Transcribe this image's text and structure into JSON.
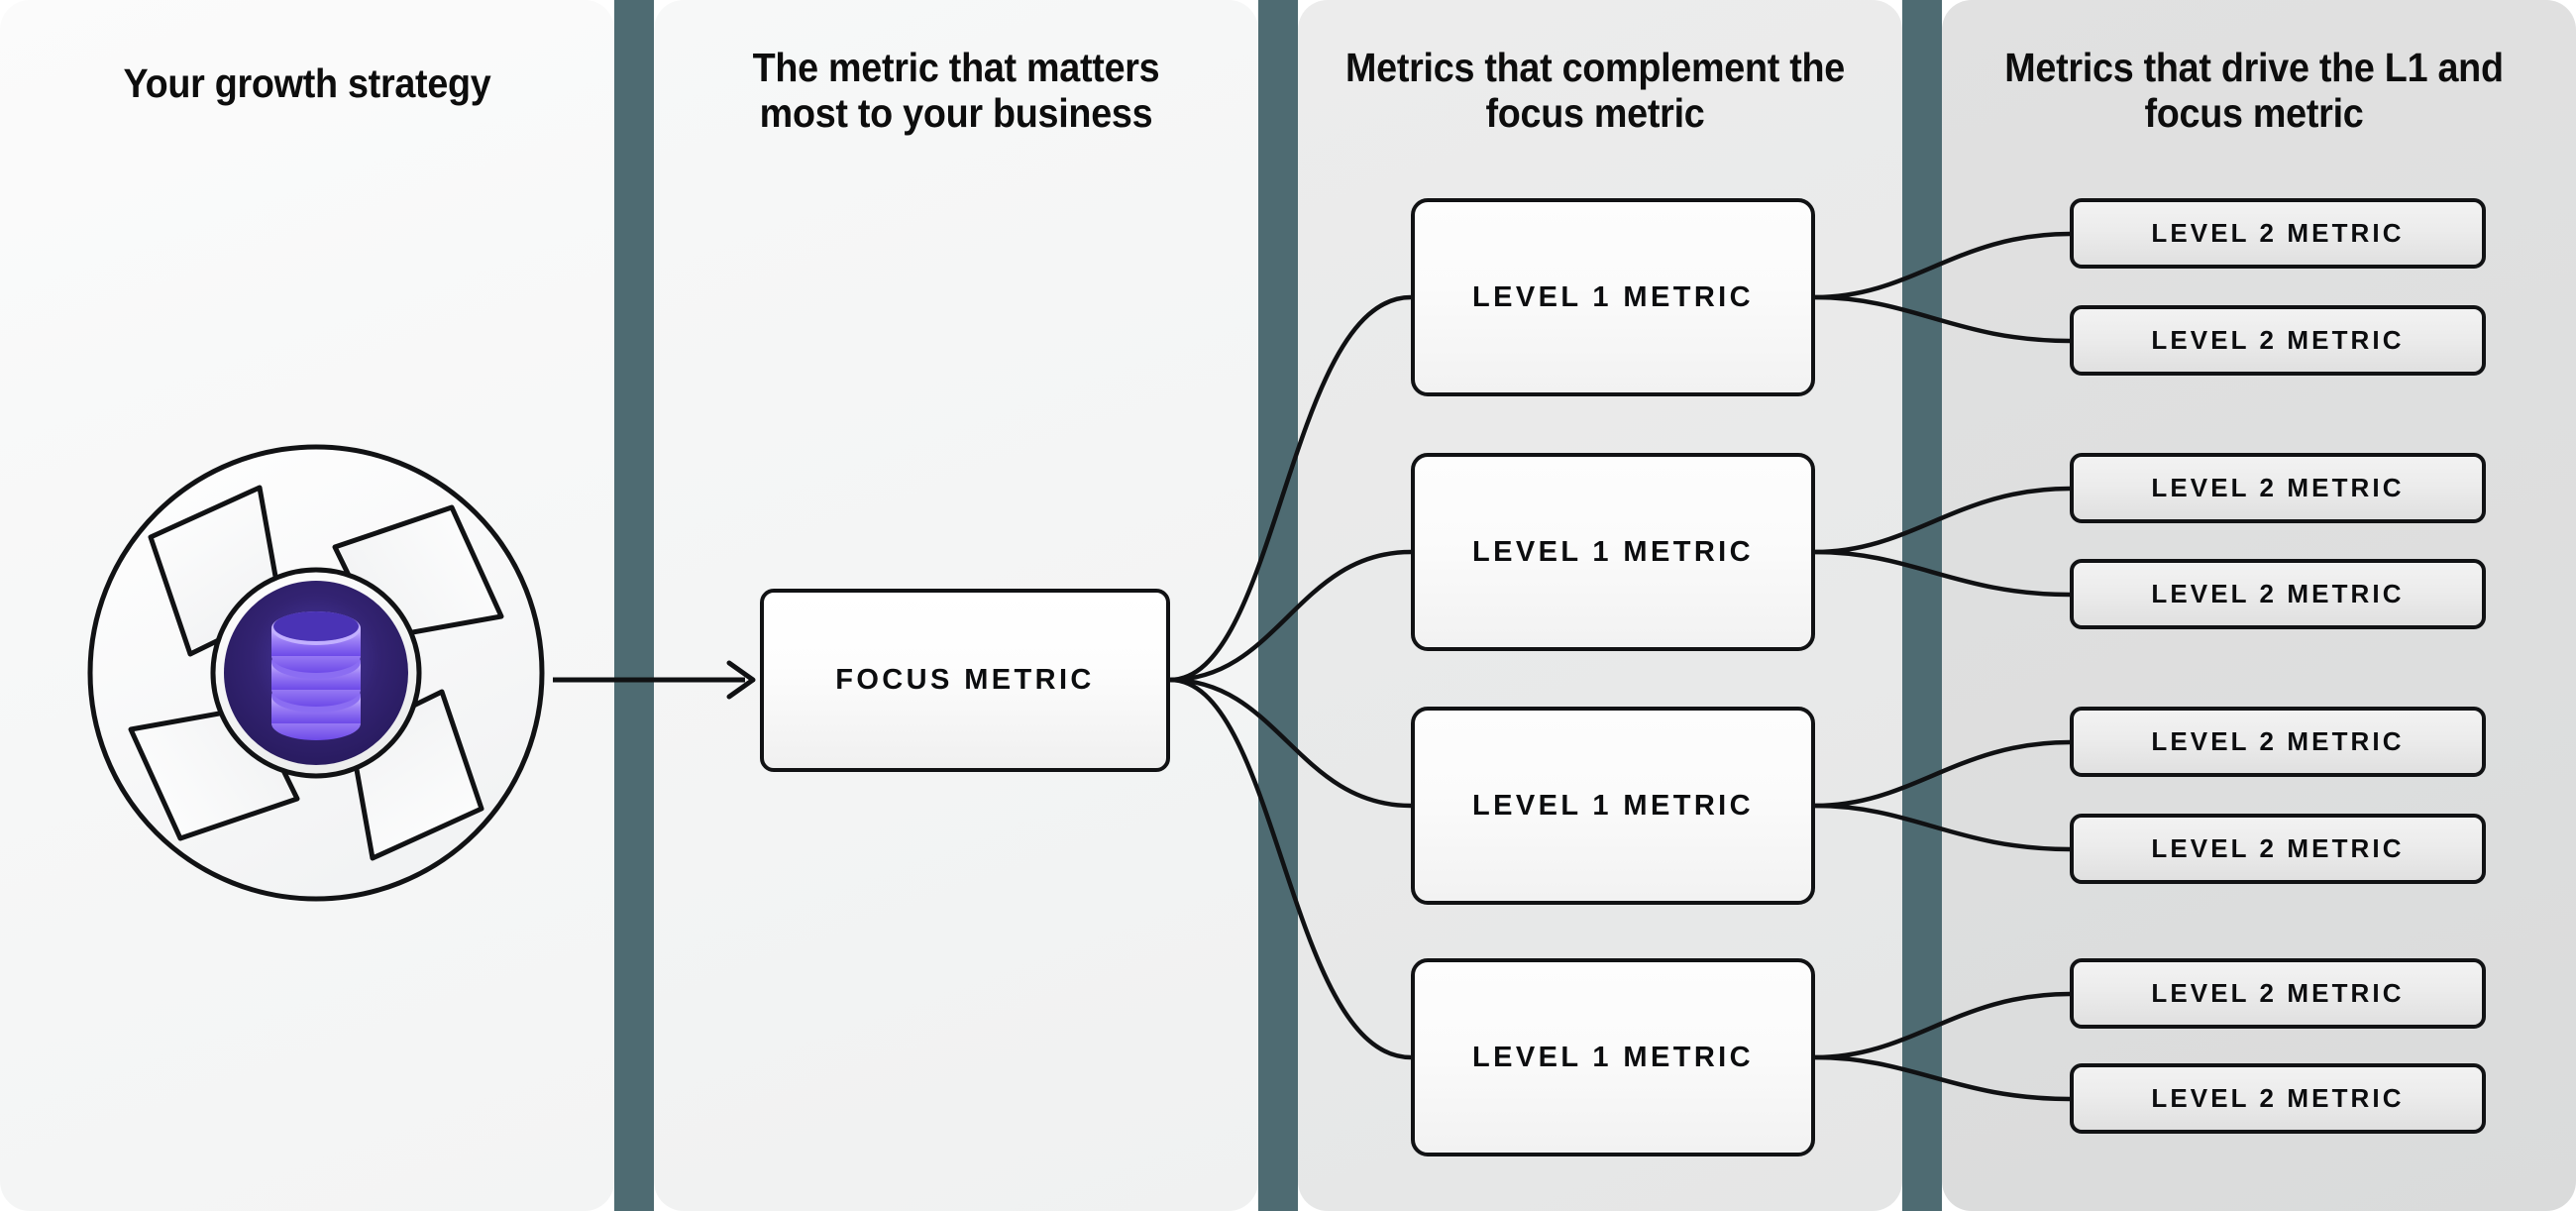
{
  "columns": [
    {
      "id": "growth-strategy",
      "title": "Your growth strategy"
    },
    {
      "id": "focus-metric",
      "title": "The metric that matters most to your business"
    },
    {
      "id": "complement-metric",
      "title": "Metrics that complement the focus metric"
    },
    {
      "id": "driver-metric",
      "title": "Metrics that drive the L1 and focus metric"
    }
  ],
  "logo": {
    "name": "aperture-database-logo",
    "inner_icon": "database-icon",
    "disc_color": "#f8f8f8",
    "core_color": "#2b1d6e",
    "core_accent": "#6f4cf0",
    "stroke_color": "#111214"
  },
  "focus": {
    "label": "FOCUS METRIC"
  },
  "level1": [
    {
      "label": "LEVEL 1 METRIC"
    },
    {
      "label": "LEVEL 1 METRIC"
    },
    {
      "label": "LEVEL 1 METRIC"
    },
    {
      "label": "LEVEL 1 METRIC"
    }
  ],
  "level2": [
    {
      "label": "LEVEL 2 METRIC"
    },
    {
      "label": "LEVEL 2 METRIC"
    },
    {
      "label": "LEVEL 2 METRIC"
    },
    {
      "label": "LEVEL 2 METRIC"
    },
    {
      "label": "LEVEL 2 METRIC"
    },
    {
      "label": "LEVEL 2 METRIC"
    },
    {
      "label": "LEVEL 2 METRIC"
    },
    {
      "label": "LEVEL 2 METRIC"
    }
  ],
  "colors": {
    "divider": "#4e6b72",
    "panel_1": "#f8f9f9",
    "panel_2": "#f3f4f4",
    "panel_3": "#e9eaea",
    "panel_4": "#dedfdf",
    "box_border": "#111214",
    "text": "#0c0d0f"
  },
  "chart_data": {
    "type": "tree",
    "title": "Metric tree: growth strategy to focus metric to level 1 and level 2 metrics",
    "root": "FOCUS METRIC",
    "levels": [
      "Your growth strategy",
      "FOCUS METRIC",
      "LEVEL 1 METRIC",
      "LEVEL 2 METRIC"
    ],
    "edges": [
      {
        "from": "growth-strategy",
        "to": "FOCUS METRIC",
        "style": "arrow"
      },
      {
        "from": "FOCUS METRIC",
        "to": "LEVEL 1 METRIC #1",
        "style": "curve"
      },
      {
        "from": "FOCUS METRIC",
        "to": "LEVEL 1 METRIC #2",
        "style": "curve"
      },
      {
        "from": "FOCUS METRIC",
        "to": "LEVEL 1 METRIC #3",
        "style": "curve"
      },
      {
        "from": "FOCUS METRIC",
        "to": "LEVEL 1 METRIC #4",
        "style": "curve"
      },
      {
        "from": "LEVEL 1 METRIC #1",
        "to": "LEVEL 2 METRIC #1",
        "style": "curve"
      },
      {
        "from": "LEVEL 1 METRIC #1",
        "to": "LEVEL 2 METRIC #2",
        "style": "curve"
      },
      {
        "from": "LEVEL 1 METRIC #2",
        "to": "LEVEL 2 METRIC #3",
        "style": "curve"
      },
      {
        "from": "LEVEL 1 METRIC #2",
        "to": "LEVEL 2 METRIC #4",
        "style": "curve"
      },
      {
        "from": "LEVEL 1 METRIC #3",
        "to": "LEVEL 2 METRIC #5",
        "style": "curve"
      },
      {
        "from": "LEVEL 1 METRIC #3",
        "to": "LEVEL 2 METRIC #6",
        "style": "curve"
      },
      {
        "from": "LEVEL 1 METRIC #4",
        "to": "LEVEL 2 METRIC #7",
        "style": "curve"
      },
      {
        "from": "LEVEL 1 METRIC #4",
        "to": "LEVEL 2 METRIC #8",
        "style": "curve"
      }
    ],
    "counts": {
      "focus": 1,
      "level1": 4,
      "level2": 8
    }
  }
}
